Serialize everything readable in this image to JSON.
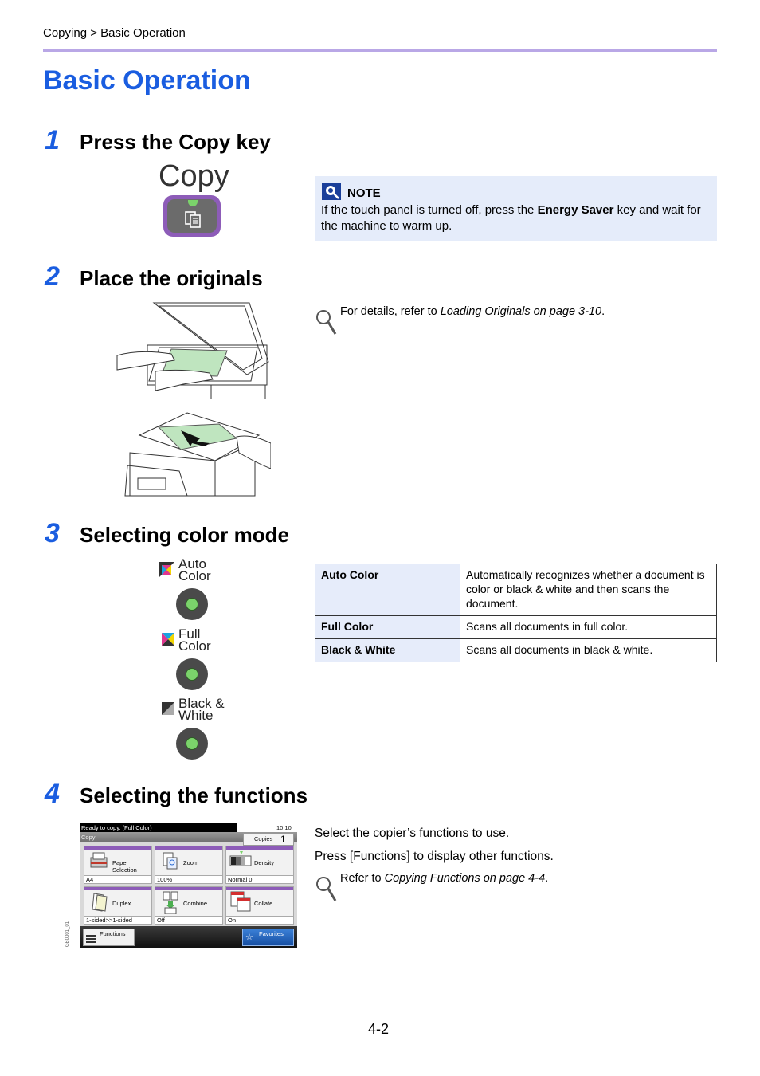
{
  "breadcrumb": "Copying > Basic Operation",
  "title": "Basic Operation",
  "steps": [
    {
      "num": "1",
      "title": "Press the Copy key"
    },
    {
      "num": "2",
      "title": "Place the originals"
    },
    {
      "num": "3",
      "title": "Selecting color mode"
    },
    {
      "num": "4",
      "title": "Selecting the functions"
    }
  ],
  "copy_key": {
    "label": "Copy"
  },
  "note": {
    "heading": "NOTE",
    "text_before": "If the touch panel is turned off, press the ",
    "bold": "Energy Saver",
    "text_after": " key and wait for the machine to warm up."
  },
  "ref_originals": {
    "prefix": "For details, refer to ",
    "link": "Loading Originals on page 3-10",
    "suffix": "."
  },
  "mode_keys": [
    {
      "line1": "Auto",
      "line2": "Color"
    },
    {
      "line1": "Full",
      "line2": "Color"
    },
    {
      "line1": "Black &",
      "line2": "White"
    }
  ],
  "color_modes": [
    {
      "name": "Auto Color",
      "description": "Automatically recognizes whether a document is color or black & white and then scans the document."
    },
    {
      "name": "Full Color",
      "description": "Scans all documents in full color."
    },
    {
      "name": "Black & White",
      "description": "Scans all documents in black & white."
    }
  ],
  "functions_text": [
    "Select the copier’s functions to use.",
    "Press [Functions] to display other functions."
  ],
  "ref_functions": {
    "prefix": "Refer to ",
    "link": "Copying Functions on page 4-4",
    "suffix": "."
  },
  "panel": {
    "status": "Ready to copy. (Full Color)",
    "time": "10:10",
    "mode": "Copy",
    "copies_label": "Copies",
    "copies_value": "1",
    "tiles": [
      {
        "label1": "Paper",
        "label2": "Selection",
        "value": "A4"
      },
      {
        "label1": "Zoom",
        "label2": "",
        "value": "100%"
      },
      {
        "label1": "Density",
        "label2": "",
        "value": "Normal 0"
      },
      {
        "label1": "Duplex",
        "label2": "",
        "value": "1-sided>>1-sided"
      },
      {
        "label1": "Combine",
        "label2": "",
        "value": "Off"
      },
      {
        "label1": "Collate",
        "label2": "",
        "value": "On"
      }
    ],
    "functions_label": "Functions",
    "favorites_label": "Favorites",
    "image_code": "GB0001_01"
  },
  "page_number": "4-2",
  "colors": {
    "accent": "#1a5de0",
    "rule": "#b9a7e6",
    "note_bg": "#e5ecfa"
  }
}
